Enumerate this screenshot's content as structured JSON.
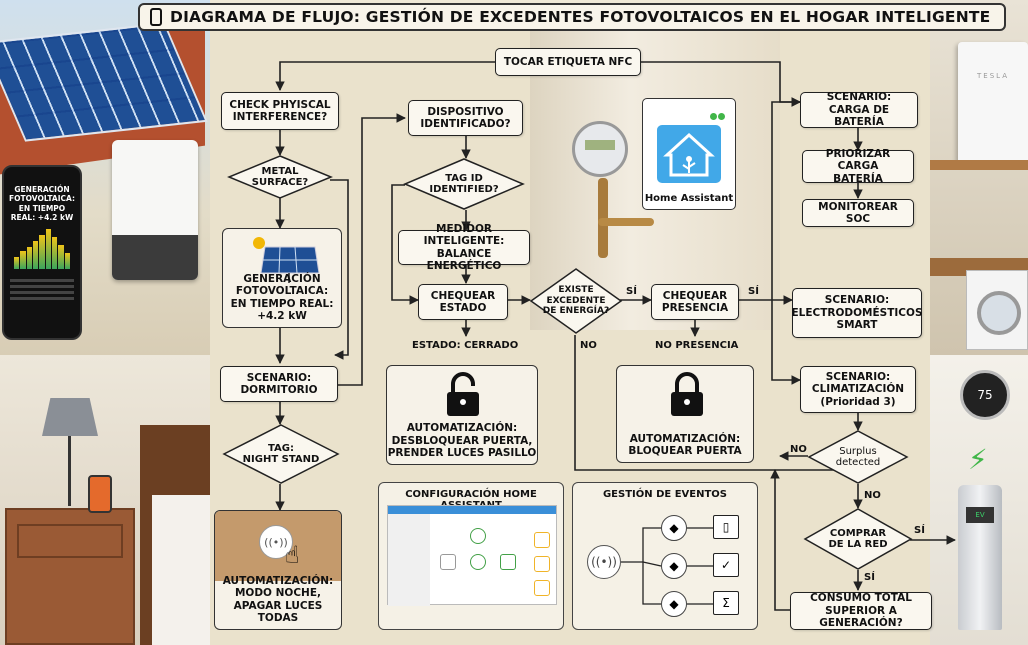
{
  "title": "DIAGRAMA DE FLUJO: GESTIÓN DE EXCEDENTES FOTOVOLTAICOS EN EL HOGAR INTELIGENTE",
  "phone": {
    "text": "GENERACIÓN FOTOVOLTAICA: EN TIEMPO REAL: +4.2 kW"
  },
  "charger_screen": "EV",
  "thermostat": "75",
  "tesla_logo": "TESLA",
  "nodes": {
    "start": "TOCAR ETIQUETA NFC",
    "check_physical": "CHECK PHYISCAL\nINTERFERENCE?",
    "metal_surface": "METAL\nSURFACE?",
    "pv_generation": "GENERACIÓN\nFOTOVOLTAICA:\nEN TIEMPO REAL: +4.2 kW",
    "scenario_bedroom": "SCENARIO:\nDORMITORIO",
    "tag_night": "TAG:\nNIGHT STAND",
    "night_mode": "AUTOMATIZACIÓN:\nMODO NOCHE,\nAPAGAR LUCES TODAS",
    "device_identified": "DISPOSITIVO\nIDENTIFICADO?",
    "tag_identified": "TAG ID\nIDENTIFIED?",
    "smart_meter": "MEDIDOR INTELIGENTE:\nBALANCE ENERGÉTICO",
    "check_state": "CHEQUEAR\nESTADO",
    "excess": "EXISTE\nEXCEDENTE\nDE ENERGÍA?",
    "check_presence": "CHEQUEAR\nPRESENCIA",
    "unlock": "AUTOMATIZACIÓN:\nDESBLOQUEAR PUERTA,\nPRENDER LUCES PASILLO",
    "lock": "AUTOMATIZACIÓN:\nBLOQUEAR PUERTA",
    "home_assistant": "Home Assistant",
    "scenario_battery": "SCENARIO:\nCARGA DE BATERÍA",
    "prioritize_battery": "PRIORIZAR CARGA\nBATERÍA",
    "monitor_soc": "MONITOREAR SOC",
    "scenario_appliances": "SCENARIO:\nELECTRODOMÉSTICOS\nSMART",
    "scenario_climate": "SCENARIO:\nCLIMATIZACIÓN\n(Prioridad 3)",
    "surplus_detected": "Surplus\ndetected",
    "buy_grid": "COMPRAR\nDE LA RED",
    "total_consumption": "CONSUMO TOTAL\nSUPERIOR A GENERACIÓN?"
  },
  "labels": {
    "state_closed": "ESTADO: CERRADO",
    "no_presence": "NO PRESENCIA",
    "yes_1": "SÍ",
    "yes_2": "SÍ",
    "no_1": "NO",
    "no_2": "NO",
    "no_3": "NO",
    "yes_3": "SÍ",
    "yes_4": "SÍ"
  },
  "panels": {
    "ha_config": "CONFIGURACIÓN HOME ASSISTANT",
    "events": "GESTIÓN DE EVENTOS"
  },
  "colors": {
    "accent_blue": "#41a8e8",
    "accent_green": "#41b649",
    "node_border": "#222222"
  },
  "icons": [
    "nfc-icon",
    "lock-open-icon",
    "lock-closed-icon",
    "hand-tap-icon",
    "solar-panel-icon",
    "lightning-icon",
    "phone-icon"
  ]
}
